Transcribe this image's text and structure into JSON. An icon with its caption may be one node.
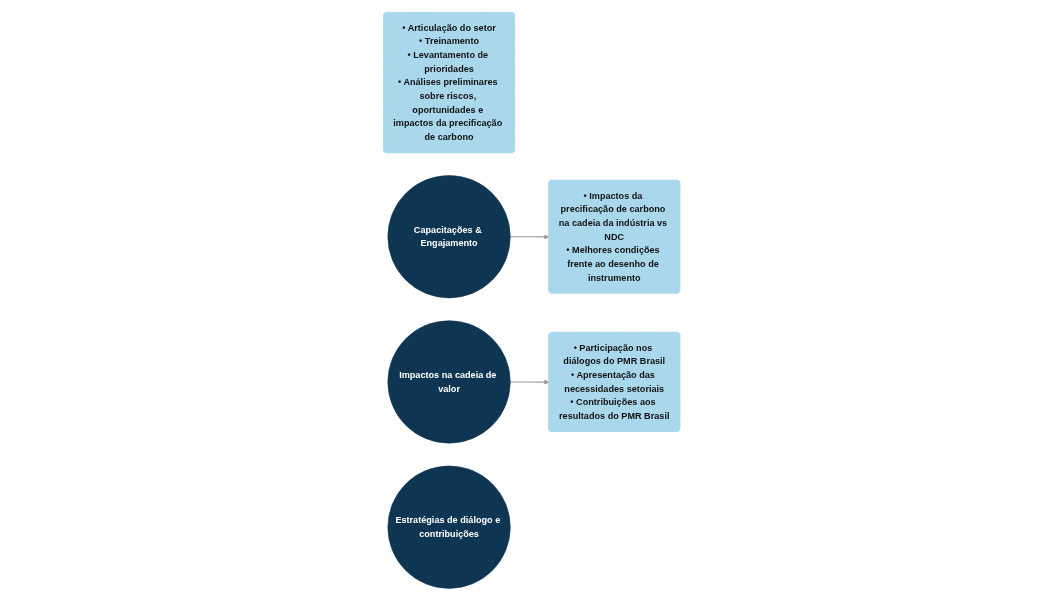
{
  "diagram": {
    "nodes": [
      {
        "text": [
          "• Articulação do setor",
          "• Treinamento",
          "• Levantamento de prioridades",
          "• Análises preliminares sobre riscos, oportunidades e impactos da precificação de carbono"
        ]
      },
      {
        "text": [
          "Capacitações & Engajamento"
        ]
      },
      {
        "text": [
          "Impactos na cadeia de valor"
        ]
      },
      {
        "text": [
          "• Impactos da precificação de carbono na cadeia da indústria vs NDC",
          "• Melhores condições frente ao desenho de instrumento"
        ]
      },
      {
        "text": [
          "• Participação nos diálogos do PMR Brasil",
          "• Apresentação das necessidades setoriais",
          "• Contribuições aos resultados do PMR Brasil"
        ]
      },
      {
        "text": [
          "Estratégias de diálogo e contribuições"
        ]
      }
    ],
    "edges": [
      {
        "from": 1,
        "to": 3,
        "arrow": "to"
      },
      {
        "from": 2,
        "to": 4,
        "arrow": "to"
      }
    ]
  }
}
